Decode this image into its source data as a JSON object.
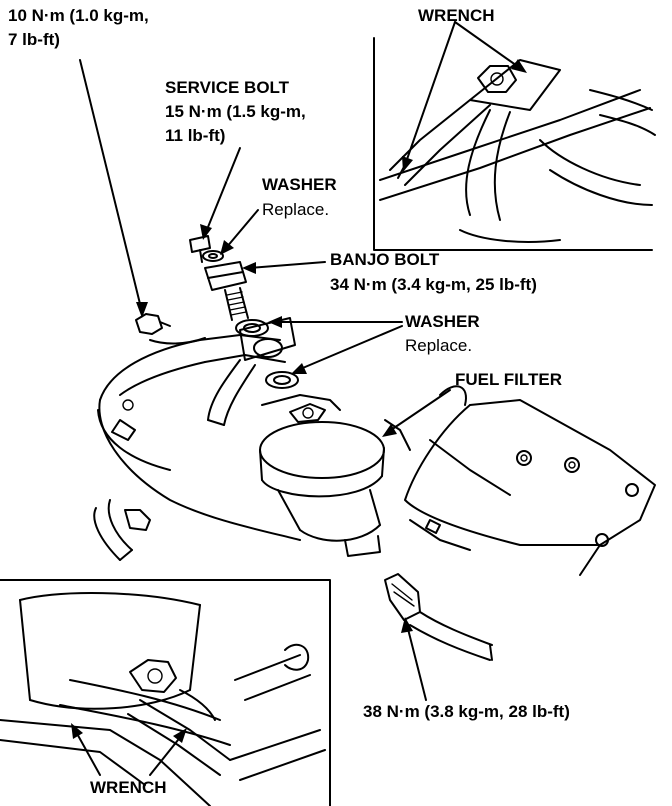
{
  "labels": {
    "top_left_torque_line1": "10 N·m (1.0 kg-m,",
    "top_left_torque_line2": "7 lb-ft)",
    "service_bolt_title": "SERVICE BOLT",
    "service_bolt_torque_line1": "15 N·m (1.5 kg-m,",
    "service_bolt_torque_line2": "11 lb-ft)",
    "washer_upper_title": "WASHER",
    "washer_upper_note": "Replace.",
    "banjo_bolt_title": "BANJO BOLT",
    "banjo_bolt_torque": "34 N·m (3.4 kg-m, 25 lb-ft)",
    "washer_lower_title": "WASHER",
    "washer_lower_note": "Replace.",
    "fuel_filter_title": "FUEL FILTER",
    "bottom_torque": "38 N·m (3.8 kg-m, 28 lb-ft)",
    "wrench_top": "WRENCH",
    "wrench_bottom": "WRENCH"
  },
  "colors": {
    "ink": "#000000",
    "paper": "#ffffff"
  }
}
